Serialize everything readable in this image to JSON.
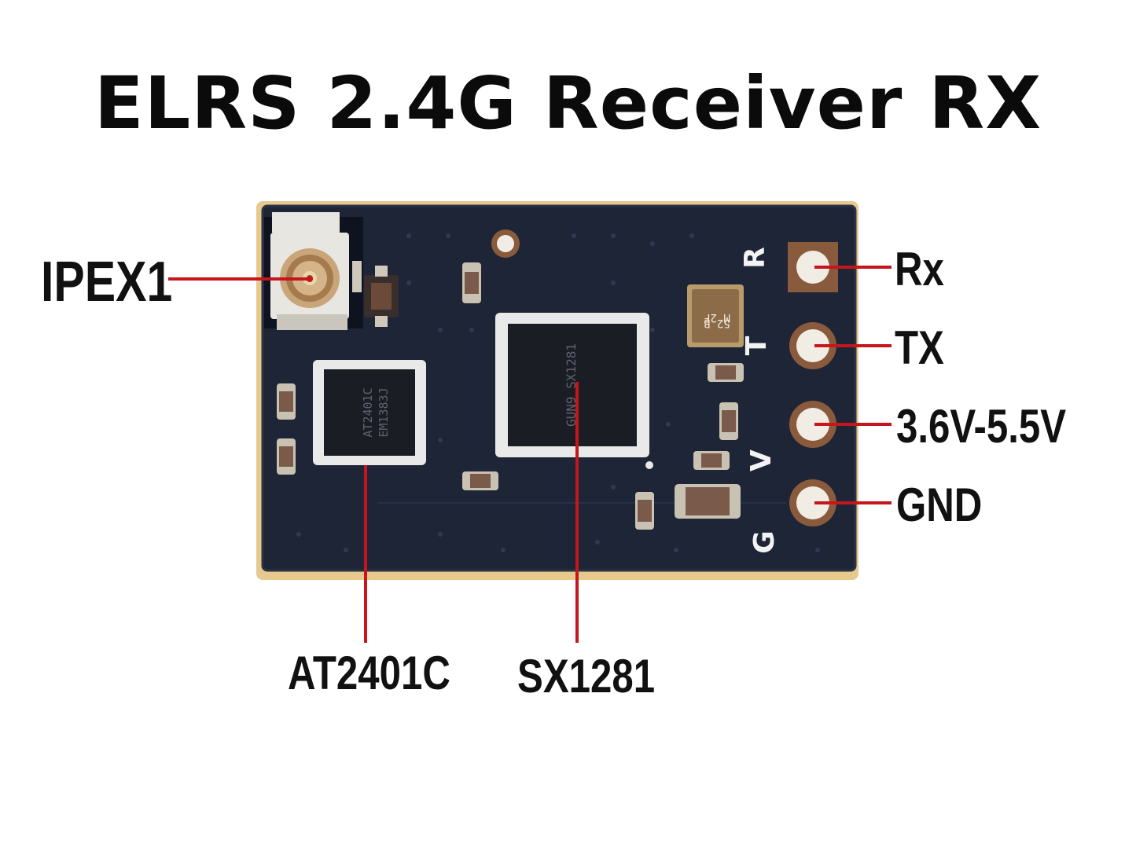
{
  "title": "ELRS 2.4G Receiver RX",
  "callouts": {
    "ipex": "IPEX1",
    "rx": "Rx",
    "tx": "TX",
    "voltage": "3.6V-5.5V",
    "gnd": "GND",
    "at2401c": "AT2401C",
    "sx1281": "SX1281"
  },
  "silkscreen": {
    "r": "R",
    "t": "T",
    "v": "V",
    "g": "G",
    "crystal_line1": "52 B",
    "crystal_line2": "M 2F",
    "chip_left": "AT2401C",
    "chip_left_line2": "EM1383J",
    "chip_right": "GUN9 SX1281"
  },
  "colors": {
    "pcb": "#1d2536",
    "pcb_edge": "#e7c98d",
    "callout_line": "#c4161c",
    "pad": "#f1ede4",
    "pad_ring": "#8a5a3c"
  }
}
